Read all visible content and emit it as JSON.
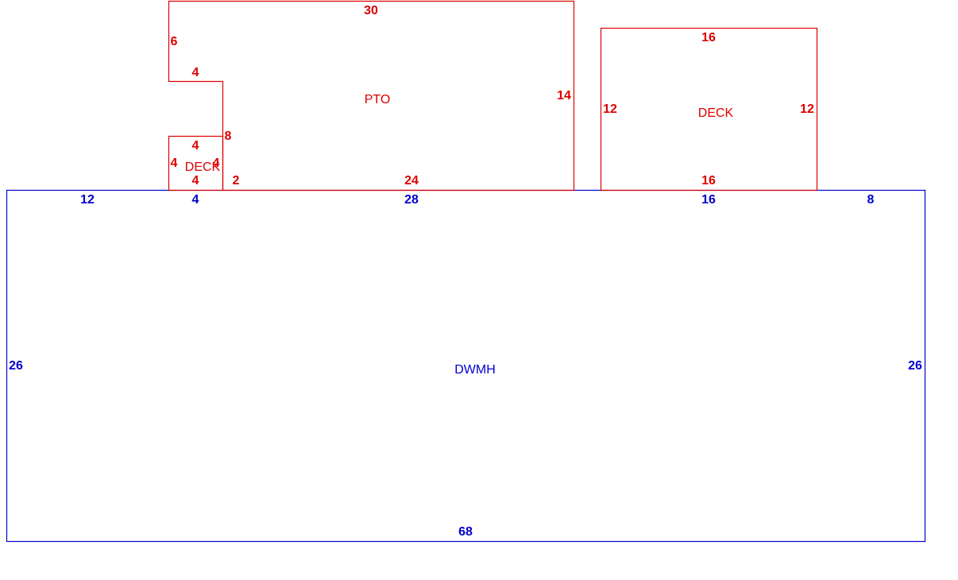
{
  "colors": {
    "dwelling": "#0000cc",
    "attachments": "#dd0000"
  },
  "sketch": {
    "dwelling": {
      "label": "DWMH",
      "dims": {
        "top_left": "12",
        "top_notch": "4",
        "top_mid": "28",
        "top_deck": "16",
        "top_right": "8",
        "left": "26",
        "right": "26",
        "bottom": "68"
      }
    },
    "porch": {
      "label": "PTO",
      "dims": {
        "top": "30",
        "left_upper": "6",
        "step_top": "4",
        "step_side": "8",
        "right": "14",
        "bottom_short": "2",
        "bottom": "24"
      }
    },
    "small_deck": {
      "label": "DECK",
      "dims": {
        "top": "4",
        "left": "4",
        "right": "4",
        "bottom": "4"
      }
    },
    "large_deck": {
      "label": "DECK",
      "dims": {
        "top": "16",
        "left": "12",
        "right": "12",
        "bottom": "16"
      }
    }
  }
}
